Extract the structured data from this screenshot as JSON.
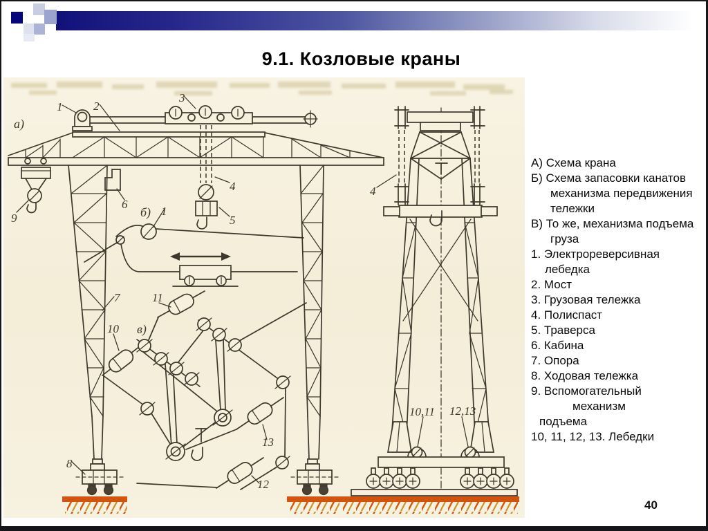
{
  "slide": {
    "title": "9.1. Козловые краны",
    "page_number": "40"
  },
  "legend": {
    "lines": [
      "А) Схема крана",
      "Б) Схема запасовки канатов",
      "механизма передвижения",
      "тележки",
      "В) То же, механизма подъема",
      "груза",
      "1. Электрореверсивная",
      "лебедка",
      "2. Мост",
      "3. Грузовая тележка",
      "4. Полиспаст",
      "5. Траверса",
      "6. Кабина",
      "7. Опора",
      "8. Ходовая тележка",
      "9. Вспомогательный",
      "механизм",
      "подъема",
      "10, 11, 12, 13. Лебедки"
    ]
  },
  "diagram": {
    "labels": {
      "a_view": "а)",
      "b_view": "б)",
      "v_view": "в)",
      "n1_winch": "1",
      "n2_bridge": "2",
      "n3_trolley": "3",
      "n4_front": "4",
      "n5_traverse": "5",
      "n6_cabin": "6",
      "n7_leg": "7",
      "n8_bogie": "8",
      "n9_aux": "9",
      "n1_reeving": "1",
      "n10_drum": "10",
      "n11_drum": "11",
      "n12_drum": "12",
      "n13_drum": "13",
      "n4_side": "4",
      "n1011_side": "10,11",
      "n1213_side": "12,13"
    },
    "colors": {
      "paper": "#f6f0dd",
      "ink": "#3d372c",
      "ground_orange": "#d4540e",
      "ground_amber": "#c8942e"
    }
  },
  "decor": {
    "accent_navy": "#05057c",
    "accent_lavender": "#9ba3cf"
  }
}
